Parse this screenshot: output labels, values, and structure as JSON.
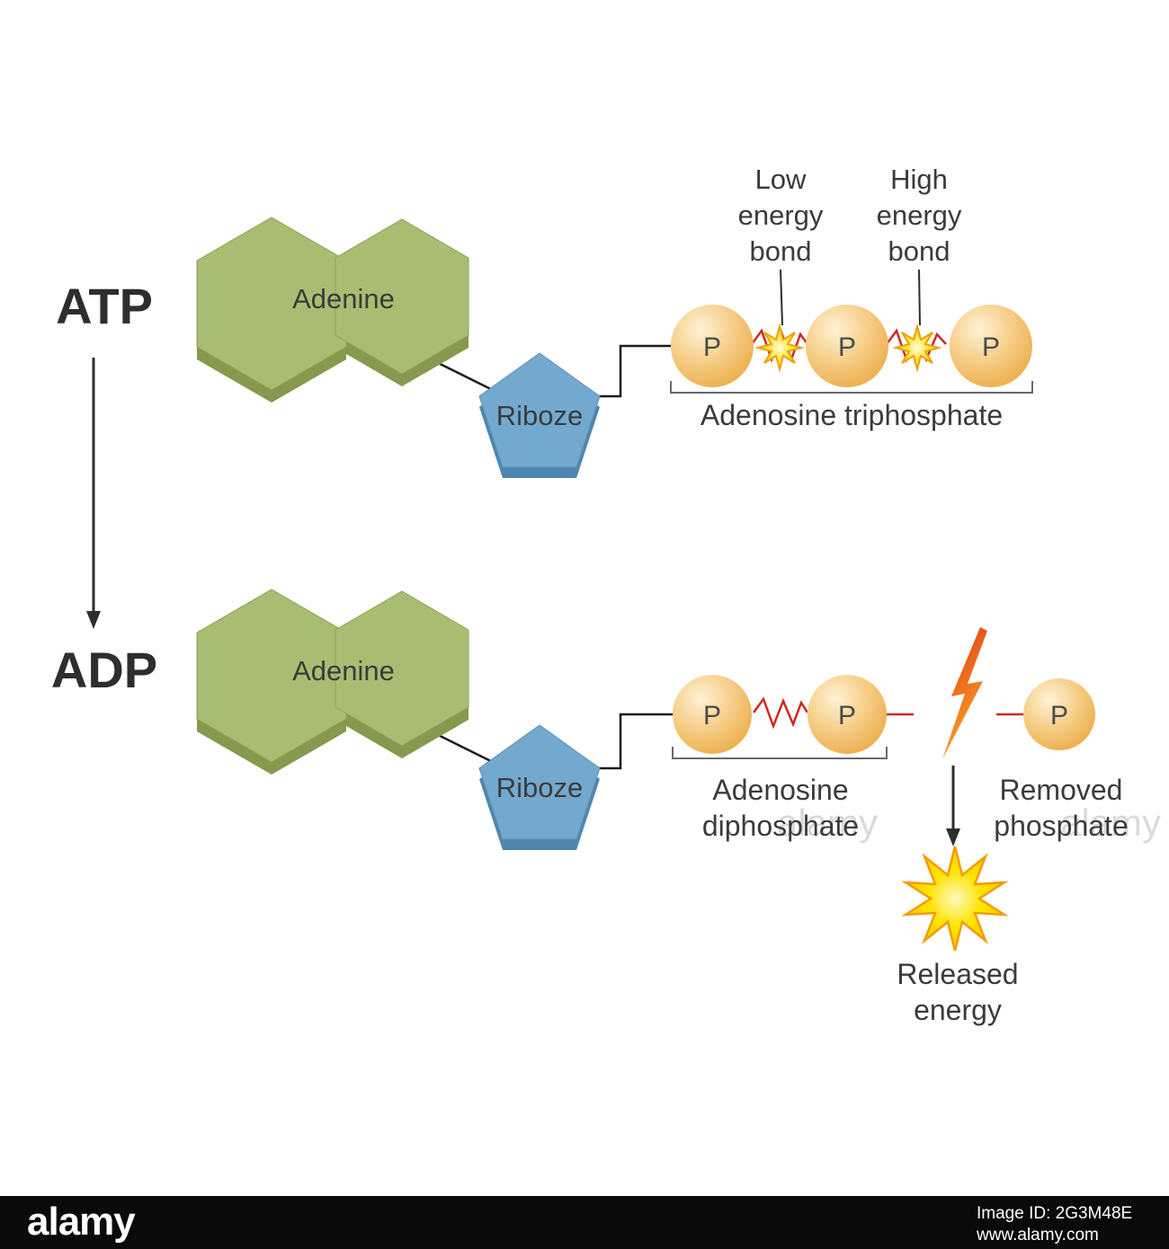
{
  "atp": {
    "title": "ATP",
    "adenine": "Adenine",
    "riboze": "Riboze",
    "p": "P",
    "low_bond": [
      "Low",
      "energy",
      "bond"
    ],
    "high_bond": [
      "High",
      "energy",
      "bond"
    ],
    "bracket": "Adenosine triphosphate"
  },
  "adp": {
    "title": "ADP",
    "adenine": "Adenine",
    "riboze": "Riboze",
    "p": "P",
    "bracket": [
      "Adenosine",
      "diphosphate"
    ],
    "removed": [
      "Removed",
      "phosphate"
    ],
    "released": [
      "Released",
      "energy"
    ]
  },
  "colors": {
    "adenine_green": "#a9bd72",
    "adenine_green_dark": "#86994f",
    "riboze_blue": "#74a9cf",
    "riboze_blue_dark": "#4f86ad",
    "phosphate_orange": "#e9a63c",
    "bond_red": "#cc2a20",
    "energy_yellow": "#ffd400",
    "bolt_red": "#e03018"
  },
  "watermark": {
    "brand": "alamy",
    "image_id": "Image ID: 2G3M48E",
    "site": "www.alamy.com",
    "ghost": "alamy"
  }
}
